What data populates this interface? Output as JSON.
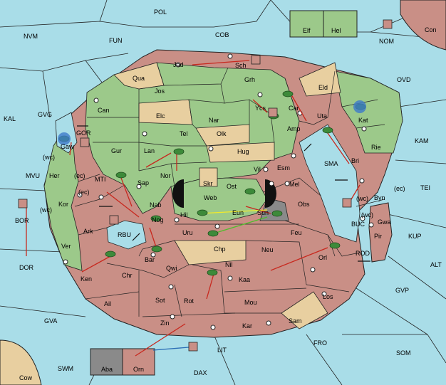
{
  "colors": {
    "sea": "#a9dde8",
    "green": "#9cc98a",
    "red": "#c98f86",
    "tan": "#e8cfa0",
    "grey": "#8a8a8a",
    "move_red": "#c8281e",
    "move_blue": "#2a6db5",
    "move_yellow": "#f2ea2a",
    "move_green": "#4cbf2a"
  },
  "sea": {
    "POL": "POL",
    "COB": "COB",
    "FUN": "FUN",
    "NVM": "NVM",
    "NOM": "NOM",
    "OVD": "OVD",
    "KAL": "KAL",
    "GVG": "GVG",
    "KAM": "KAM",
    "MVU": "MVU",
    "TEI": "TEI",
    "BOR": "BOR",
    "DOR": "DOR",
    "KUP": "KUP",
    "ALT": "ALT",
    "GVP": "GVP",
    "GVA": "GVA",
    "FRO": "FRO",
    "SOM": "SOM",
    "SWM": "SWM",
    "LIT": "LIT",
    "DAX": "DAX",
    "GOR": "GOR",
    "SMA": "SMA",
    "RBU": "RBU",
    "BUC": "BUC",
    "ROD": "ROD",
    "MTI": "MTI"
  },
  "land": {
    "Jad": "Jad",
    "Sch": "Sch",
    "Qua": "Qua",
    "Jos": "Jos",
    "Grh": "Grh",
    "Eld": "Eld",
    "Can": "Can",
    "Ycs": "Ycs",
    "Car": "Car",
    "Uta": "Uta",
    "Kat": "Kat",
    "Elc": "Elc",
    "Nar": "Nar",
    "Amp": "Amp",
    "Gaw": "Gaw",
    "Tel": "Tel",
    "Olk": "Olk",
    "Rie": "Rie",
    "Gur": "Gur",
    "Lan": "Lan",
    "Hug": "Hug",
    "Bri": "Bri",
    "Vil": "Vil",
    "Esm": "Esm",
    "Her": "Her",
    "Nor": "Nor",
    "Skr": "Skr",
    "Sap": "Sap",
    "Ost": "Ost",
    "Mel": "Mel",
    "Byn": "Byn",
    "Web": "Web",
    "Kor": "Kor",
    "Nab": "Nab",
    "Obs": "Obs",
    "Eun": "Eun",
    "Sun": "Sun",
    "Gwa": "Gwa",
    "Hil": "Hil",
    "Ark": "Ark",
    "Nog": "Nog",
    "Pir": "Pir",
    "Uru": "Uru",
    "Feu": "Feu",
    "Ver": "Ver",
    "Chp": "Chp",
    "Neu": "Neu",
    "Bar": "Bar",
    "Qwi": "Qwi",
    "Orl": "Orl",
    "Ken": "Ken",
    "Nil": "Nil",
    "Chr": "Chr",
    "Kaa": "Kaa",
    "Sot": "Sot",
    "Rot": "Rot",
    "Mou": "Mou",
    "Los": "Los",
    "Ail": "Ail",
    "Sam": "Sam",
    "Zin": "Zin",
    "Kar": "Kar",
    "Elf": "Elf",
    "Hel": "Hel",
    "Con": "Con",
    "Aba": "Aba",
    "Orn": "Orn",
    "Cow": "Cow"
  },
  "coast_tags": [
    "(wc)",
    "(ec)",
    "(ec)",
    "(wc)",
    "(wc)",
    "(ec)",
    "(wc)"
  ]
}
